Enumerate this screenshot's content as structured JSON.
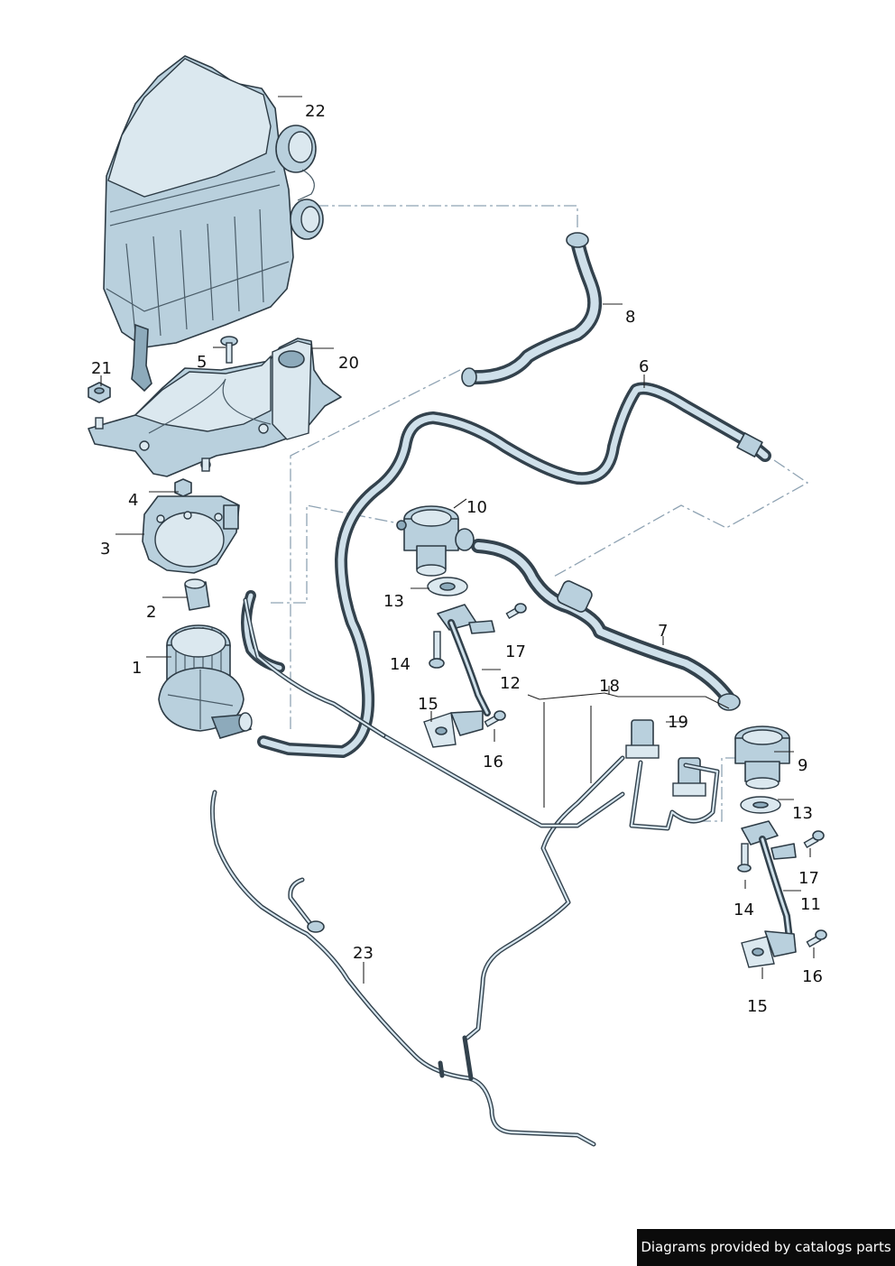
{
  "diagram": {
    "callouts": [
      {
        "id": "1",
        "text": "1"
      },
      {
        "id": "2",
        "text": "2"
      },
      {
        "id": "3",
        "text": "3"
      },
      {
        "id": "4",
        "text": "4"
      },
      {
        "id": "5",
        "text": "5"
      },
      {
        "id": "6",
        "text": "6"
      },
      {
        "id": "7",
        "text": "7"
      },
      {
        "id": "8",
        "text": "8"
      },
      {
        "id": "9",
        "text": "9"
      },
      {
        "id": "10",
        "text": "10"
      },
      {
        "id": "11",
        "text": "11"
      },
      {
        "id": "12",
        "text": "12"
      },
      {
        "id": "13a",
        "text": "13"
      },
      {
        "id": "13b",
        "text": "13"
      },
      {
        "id": "14a",
        "text": "14"
      },
      {
        "id": "14b",
        "text": "14"
      },
      {
        "id": "15a",
        "text": "15"
      },
      {
        "id": "15b",
        "text": "15"
      },
      {
        "id": "16a",
        "text": "16"
      },
      {
        "id": "16b",
        "text": "16"
      },
      {
        "id": "17a",
        "text": "17"
      },
      {
        "id": "17b",
        "text": "17"
      },
      {
        "id": "18",
        "text": "18"
      },
      {
        "id": "19",
        "text": "19"
      },
      {
        "id": "20",
        "text": "20"
      },
      {
        "id": "21",
        "text": "21"
      },
      {
        "id": "22",
        "text": "22"
      },
      {
        "id": "23",
        "text": "23"
      }
    ]
  },
  "brand_text": "Diagrams provided by catalogs parts"
}
